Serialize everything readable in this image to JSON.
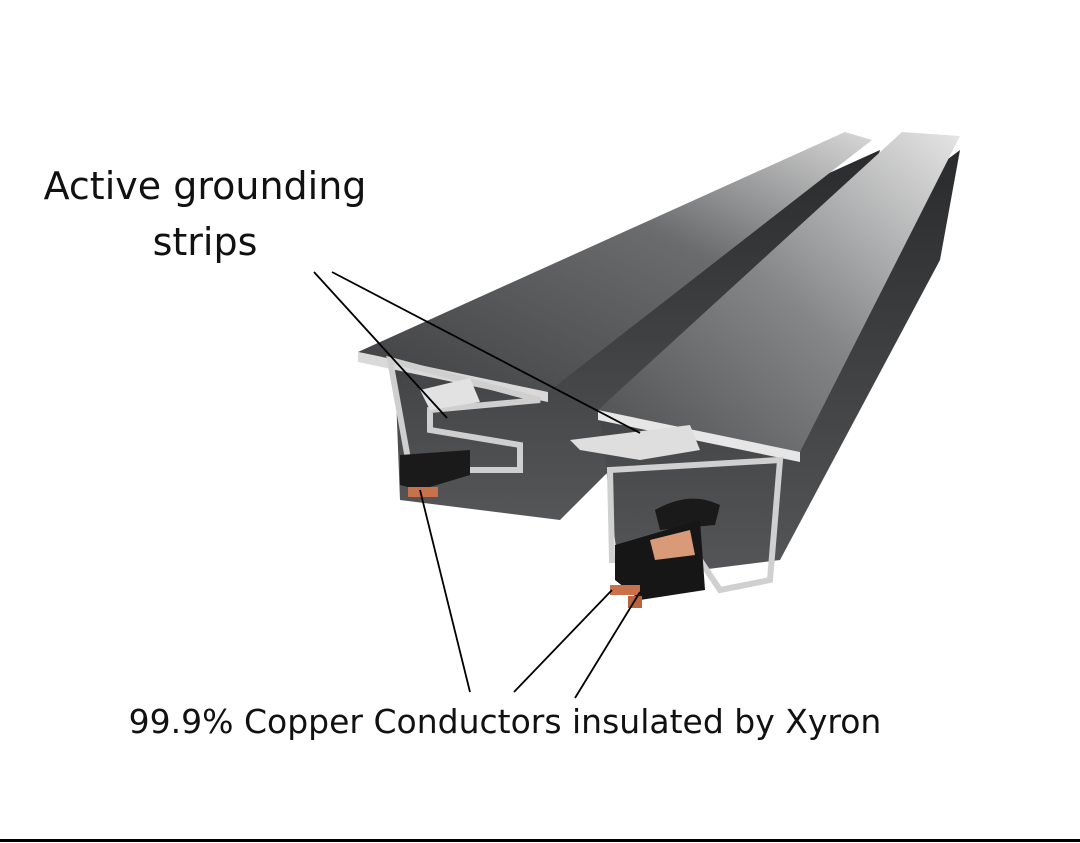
{
  "annotations": {
    "grounding": {
      "line1": "Active grounding",
      "line2": "strips"
    },
    "conductors": "99.9% Copper Conductors insulated by Xyron"
  },
  "colors": {
    "rail": "#4a4b4d",
    "rail_highlight": "#b8b9bb",
    "copper": "#c8714a",
    "insulator": "#1a1a1a",
    "leader": "#000000"
  }
}
